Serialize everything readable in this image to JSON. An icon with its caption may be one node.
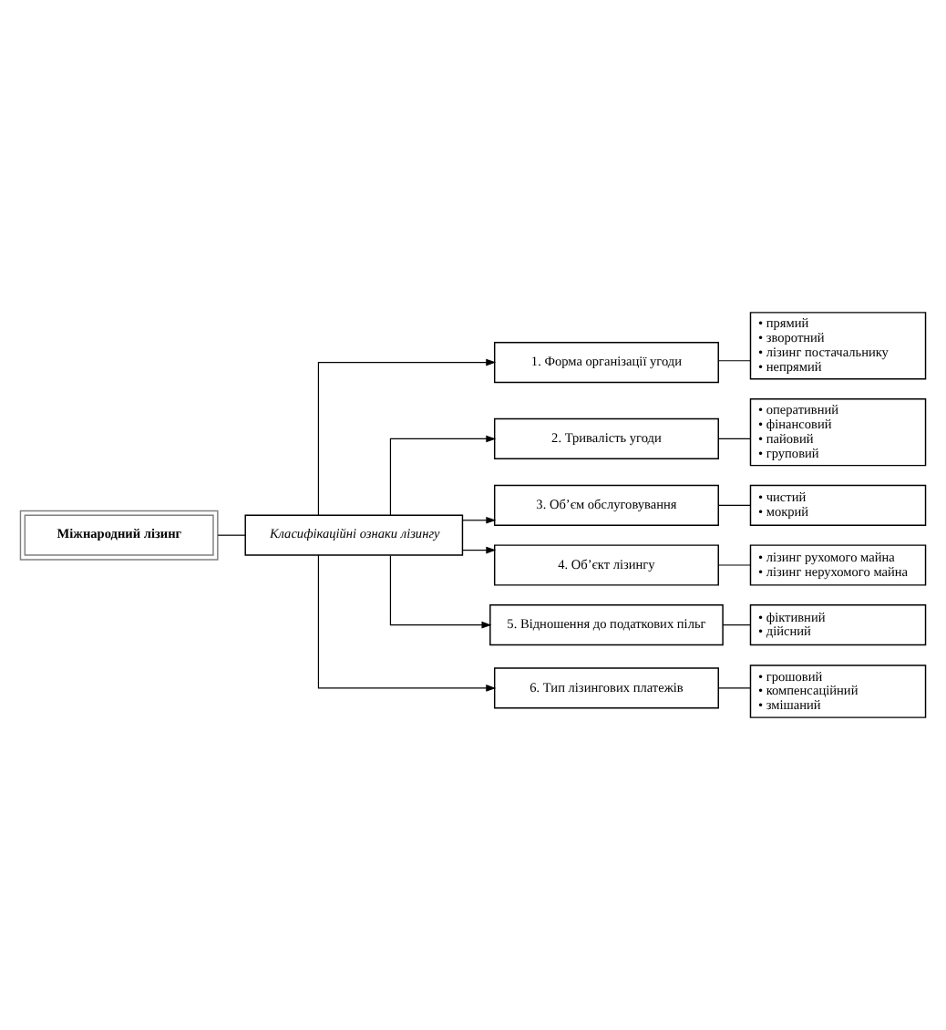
{
  "diagram": {
    "nodes": [
      {
        "text": [
          "Міжнародний лізинг"
        ]
      },
      {
        "text": [
          "Класифікаційні ознаки лізингу"
        ]
      },
      {
        "text": [
          "1. Форма організації угоди"
        ]
      },
      {
        "text": [
          "• прямий",
          "• зворотний",
          "• лізинг постачальнику",
          "• непрямий"
        ]
      },
      {
        "text": [
          "2. Тривалість угоди"
        ]
      },
      {
        "text": [
          "• оперативний",
          "• фінансовий",
          "• пайовий",
          "• груповий"
        ]
      },
      {
        "text": [
          "3. Об’єм обслуговування"
        ]
      },
      {
        "text": [
          "• чистий",
          "• мокрий"
        ]
      },
      {
        "text": [
          "4. Об’єкт лізингу"
        ]
      },
      {
        "text": [
          "• лізинг рухомого майна",
          "• лізинг нерухомого майна"
        ]
      },
      {
        "text": [
          "5. Відношення до податкових пільг"
        ]
      },
      {
        "text": [
          "• фіктивний",
          "• дійсний"
        ]
      },
      {
        "text": [
          "6. Тип лізингових платежів"
        ]
      },
      {
        "text": [
          "• грошовий",
          "• компенсаційний",
          "• змішаний"
        ]
      }
    ],
    "edges": [
      {
        "from": 0,
        "to": 1,
        "arrow": "none"
      },
      {
        "from": 1,
        "to": 2,
        "arrow": "to"
      },
      {
        "from": 2,
        "to": 3,
        "arrow": "none"
      },
      {
        "from": 1,
        "to": 4,
        "arrow": "to"
      },
      {
        "from": 4,
        "to": 5,
        "arrow": "none"
      },
      {
        "from": 1,
        "to": 6,
        "arrow": "to"
      },
      {
        "from": 6,
        "to": 7,
        "arrow": "none"
      },
      {
        "from": 1,
        "to": 8,
        "arrow": "to"
      },
      {
        "from": 8,
        "to": 9,
        "arrow": "none"
      },
      {
        "from": 1,
        "to": 10,
        "arrow": "to"
      },
      {
        "from": 10,
        "to": 11,
        "arrow": "none"
      },
      {
        "from": 1,
        "to": 12,
        "arrow": "to"
      },
      {
        "from": 12,
        "to": 13,
        "arrow": "none"
      }
    ]
  }
}
